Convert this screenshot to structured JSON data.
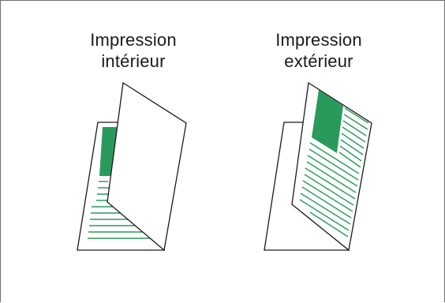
{
  "figures": [
    {
      "id": "inside",
      "caption_line1": "Impression",
      "caption_line2": "intérieur"
    },
    {
      "id": "outside",
      "caption_line1": "Impression",
      "caption_line2": "extérieur"
    }
  ],
  "colors": {
    "paper_stroke": "#1a1a1a",
    "print_green": "#2a9a5c",
    "line_green": "#2a9a5c",
    "frame": "#6e6e6e"
  }
}
